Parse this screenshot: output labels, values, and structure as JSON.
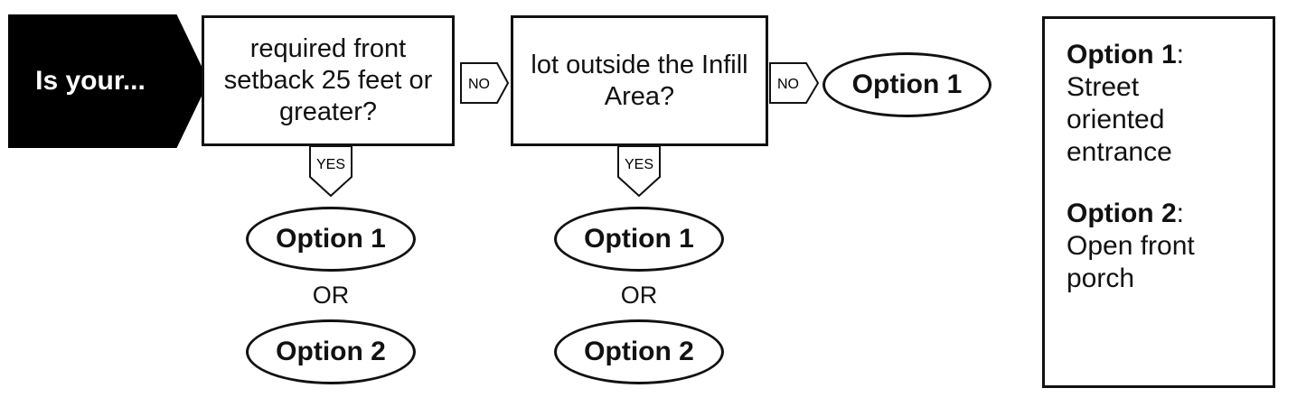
{
  "start": {
    "label": "Is your..."
  },
  "questions": [
    {
      "text": "required front setback 25 feet or greater?"
    },
    {
      "text": "lot outside the Infill Area?"
    }
  ],
  "connectors": {
    "no": "NO",
    "yes": "YES"
  },
  "outcomes": {
    "q1_no": "Option 1",
    "q1_yes": [
      "Option 1",
      "Option 2"
    ],
    "q2_yes": [
      "Option 1",
      "Option 2"
    ],
    "or": "OR"
  },
  "legend": [
    {
      "name": "Option 1",
      "desc": "Street oriented entrance"
    },
    {
      "name": "Option 2",
      "desc": "Open front porch"
    }
  ]
}
